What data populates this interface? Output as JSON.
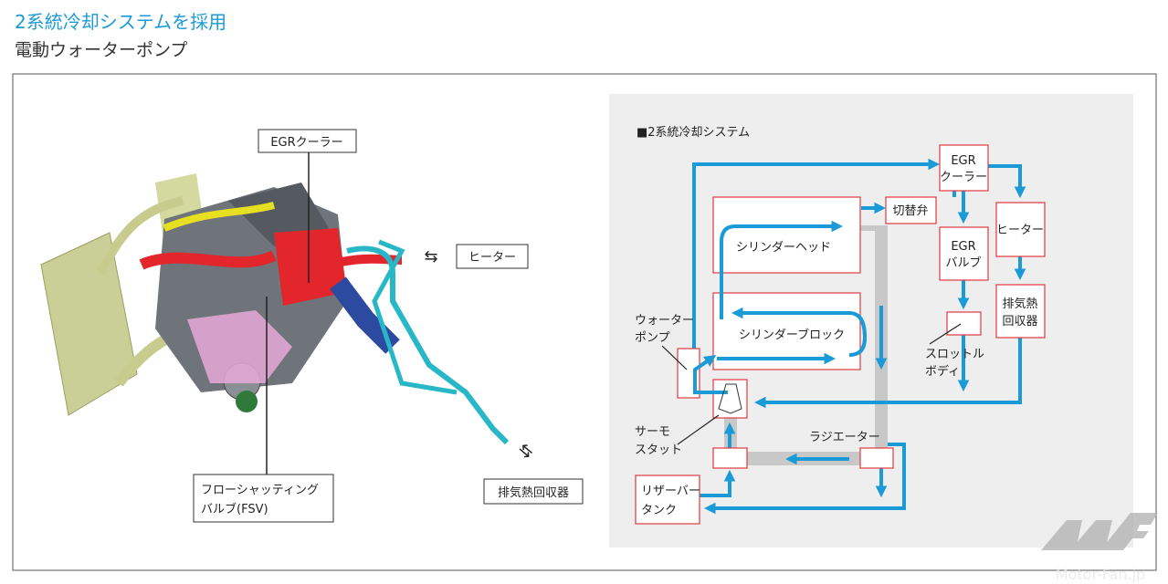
{
  "header": {
    "title": "2系統冷却システムを採用",
    "subtitle": "電動ウォーターポンプ"
  },
  "engine_illustration": {
    "labels": {
      "egr_cooler": "EGRクーラー",
      "heater": "ヒーター",
      "exhaust_heat_recovery": "排気熱回収器",
      "fsv_line1": "フローシャッティング",
      "fsv_line2": "バルブ(FSV)"
    }
  },
  "cooling_diagram": {
    "title": "■2系統冷却システム",
    "egr_cooler": [
      "EGR",
      "クーラー"
    ],
    "switch_valve": "切替弁",
    "cylinder_head": "シリンダーヘッド",
    "cylinder_block": "シリンダーブロック",
    "egr_valve": [
      "EGR",
      "バルブ"
    ],
    "heater": "ヒーター",
    "exhaust_heat_recovery": [
      "排気熱",
      "回収器"
    ],
    "throttle_body": [
      "スロットル",
      "ボディ"
    ],
    "water_pump": [
      "ウォーター",
      "ポンプ"
    ],
    "thermostat": [
      "サーモ",
      "スタット"
    ],
    "radiator": "ラジエーター",
    "reservoir_tank": [
      "リザーバー",
      "タンク"
    ]
  },
  "watermark": "Motor-Fan.jp",
  "colors": {
    "flow": "#1a9ad6",
    "box_border": "#e0393e",
    "panel": "#eeeeee",
    "radiator_path": "#c8c8c8"
  }
}
